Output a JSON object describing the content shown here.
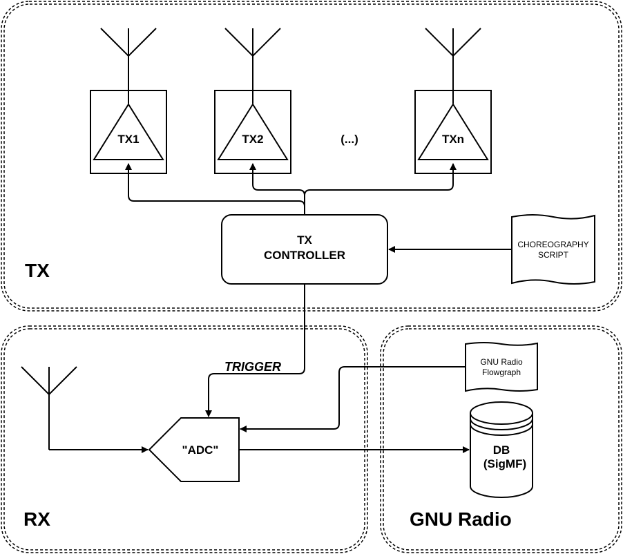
{
  "groups": {
    "tx": "TX",
    "rx": "RX",
    "gnu": "GNU Radio"
  },
  "transmitters": {
    "tx1": "TX1",
    "tx2": "TX2",
    "ellipsis": "(...)",
    "txn": "TXn"
  },
  "controller": {
    "line1": "TX",
    "line2": "CONTROLLER"
  },
  "script": {
    "line1": "CHOREOGRAPHY",
    "line2": "SCRIPT"
  },
  "trigger": "TRIGGER",
  "adc": "\"ADC\"",
  "flowgraph": {
    "line1": "GNU Radio",
    "line2": "Flowgraph"
  },
  "db": {
    "line1": "DB",
    "line2": "(SigMF)"
  }
}
